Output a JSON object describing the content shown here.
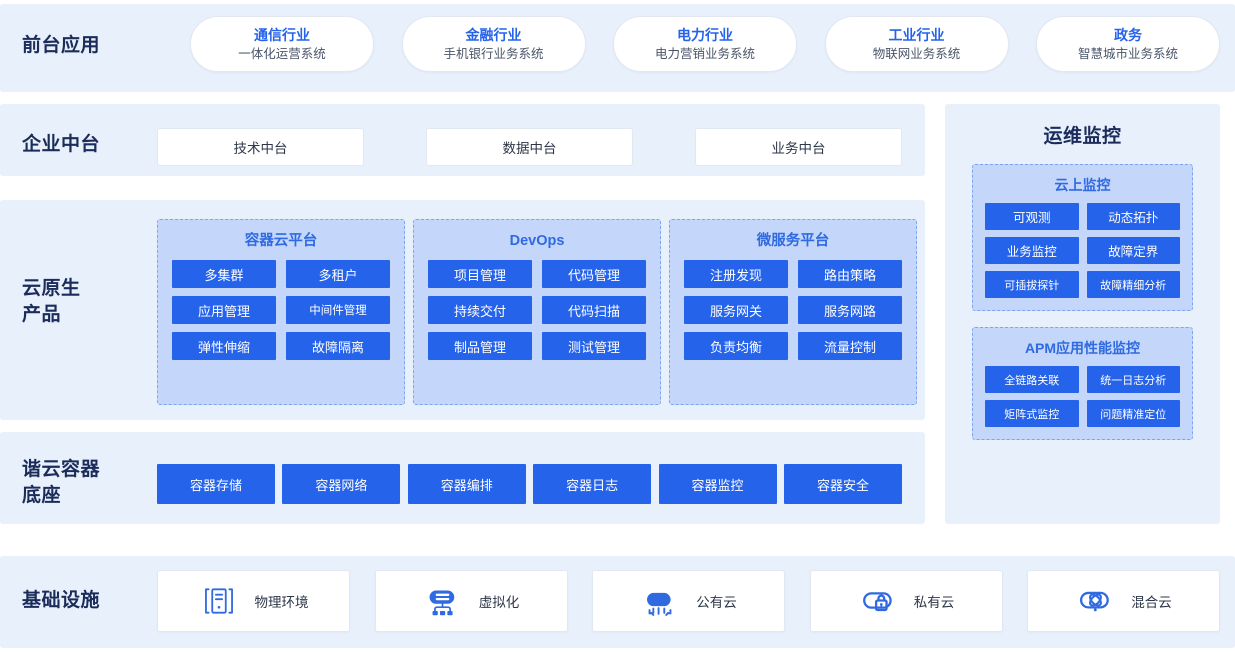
{
  "rows": {
    "front": {
      "label": "前台应用",
      "items": [
        {
          "title": "通信行业",
          "sub": "一体化运营系统"
        },
        {
          "title": "金融行业",
          "sub": "手机银行业务系统"
        },
        {
          "title": "电力行业",
          "sub": "电力营销业务系统"
        },
        {
          "title": "工业行业",
          "sub": "物联网业务系统"
        },
        {
          "title": "政务",
          "sub": "智慧城市业务系统"
        }
      ]
    },
    "mid": {
      "label": "企业中台",
      "items": [
        {
          "label": "技术中台"
        },
        {
          "label": "数据中台"
        },
        {
          "label": "业务中台"
        }
      ]
    },
    "cloud_native": {
      "label": "云原生\n产品",
      "groups": [
        {
          "title": "容器云平台",
          "chips": [
            {
              "label": "多集群"
            },
            {
              "label": "多租户"
            },
            {
              "label": "应用管理"
            },
            {
              "label": "中间件管理"
            },
            {
              "label": "弹性伸缩"
            },
            {
              "label": "故障隔离"
            }
          ]
        },
        {
          "title": "DevOps",
          "chips": [
            {
              "label": "项目管理"
            },
            {
              "label": "代码管理"
            },
            {
              "label": "持续交付"
            },
            {
              "label": "代码扫描"
            },
            {
              "label": "制品管理"
            },
            {
              "label": "测试管理"
            }
          ]
        },
        {
          "title": "微服务平台",
          "chips": [
            {
              "label": "注册发现"
            },
            {
              "label": "路由策略"
            },
            {
              "label": "服务网关"
            },
            {
              "label": "服务网路"
            },
            {
              "label": "负责均衡"
            },
            {
              "label": "流量控制"
            }
          ]
        }
      ]
    },
    "container_base": {
      "label": "谐云容器\n底座",
      "items": [
        {
          "label": "容器存储"
        },
        {
          "label": "容器网络"
        },
        {
          "label": "容器编排"
        },
        {
          "label": "容器日志"
        },
        {
          "label": "容器监控"
        },
        {
          "label": "容器安全"
        }
      ]
    },
    "infrastructure": {
      "label": "基础设施",
      "items": [
        {
          "label": "物理环境",
          "icon": "server-rack-icon"
        },
        {
          "label": "虚拟化",
          "icon": "cloud-network-icon"
        },
        {
          "label": "公有云",
          "icon": "public-cloud-icon"
        },
        {
          "label": "私有云",
          "icon": "private-cloud-lock-icon"
        },
        {
          "label": "混合云",
          "icon": "hybrid-cloud-icon"
        }
      ]
    }
  },
  "ops_panel": {
    "title": "运维监控",
    "groups": [
      {
        "title": "云上监控",
        "chips": [
          {
            "label": "可观测"
          },
          {
            "label": "动态拓扑"
          },
          {
            "label": "业务监控"
          },
          {
            "label": "故障定界"
          },
          {
            "label": "可插拔探针"
          },
          {
            "label": "故障精细分析"
          }
        ]
      },
      {
        "title": "APM应用性能监控",
        "chips": [
          {
            "label": "全链路关联"
          },
          {
            "label": "统一日志分析"
          },
          {
            "label": "矩阵式监控"
          },
          {
            "label": "问题精准定位"
          }
        ]
      }
    ]
  },
  "colors": {
    "band_bg": "#e8f0fc",
    "group_bg": "#c4d7fb",
    "group_border": "#7da4f0",
    "chip_blue": "#2563eb",
    "label_navy": "#1b2c5a",
    "title_blue": "#2f6ae0",
    "card_white": "#ffffff"
  }
}
